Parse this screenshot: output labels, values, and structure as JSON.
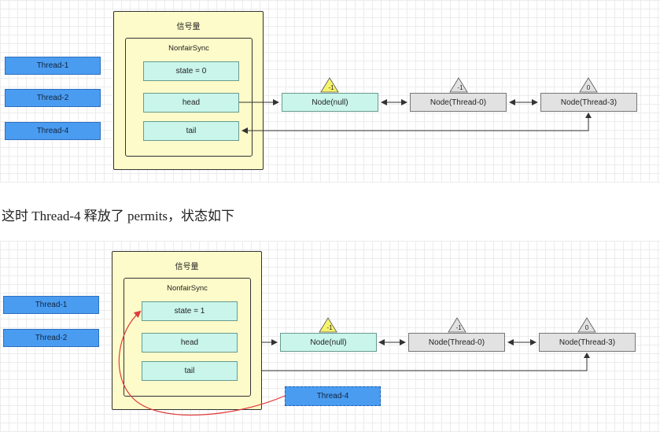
{
  "top": {
    "semaphore_title": "信号量",
    "sync_title": "NonfairSync",
    "fields": {
      "state": "state = 0",
      "head": "head",
      "tail": "tail"
    },
    "threads": [
      "Thread-1",
      "Thread-2",
      "Thread-4"
    ],
    "nodes": [
      {
        "label": "Node(null)",
        "status": "-1"
      },
      {
        "label": "Node(Thread-0)",
        "status": "-1"
      },
      {
        "label": "Node(Thread-3)",
        "status": "0"
      }
    ]
  },
  "caption": "这时 Thread-4 释放了 permits，状态如下",
  "bottom": {
    "semaphore_title": "信号量",
    "sync_title": "NonfairSync",
    "fields": {
      "state": "state = 1",
      "head": "head",
      "tail": "tail"
    },
    "threads": [
      "Thread-1",
      "Thread-2"
    ],
    "released_thread": "Thread-4",
    "nodes": [
      {
        "label": "Node(null)",
        "status": "-1"
      },
      {
        "label": "Node(Thread-0)",
        "status": "-1"
      },
      {
        "label": "Node(Thread-3)",
        "status": "0"
      }
    ]
  },
  "colors": {
    "thread_fill": "#4a9cf0",
    "semaphore_fill": "#fdfbc9",
    "field_fill": "#c9f5ea",
    "gray_node_fill": "#e2e2e2",
    "yellow_triangle": "#f7f36b",
    "release_arrow": "#e03c3c"
  }
}
